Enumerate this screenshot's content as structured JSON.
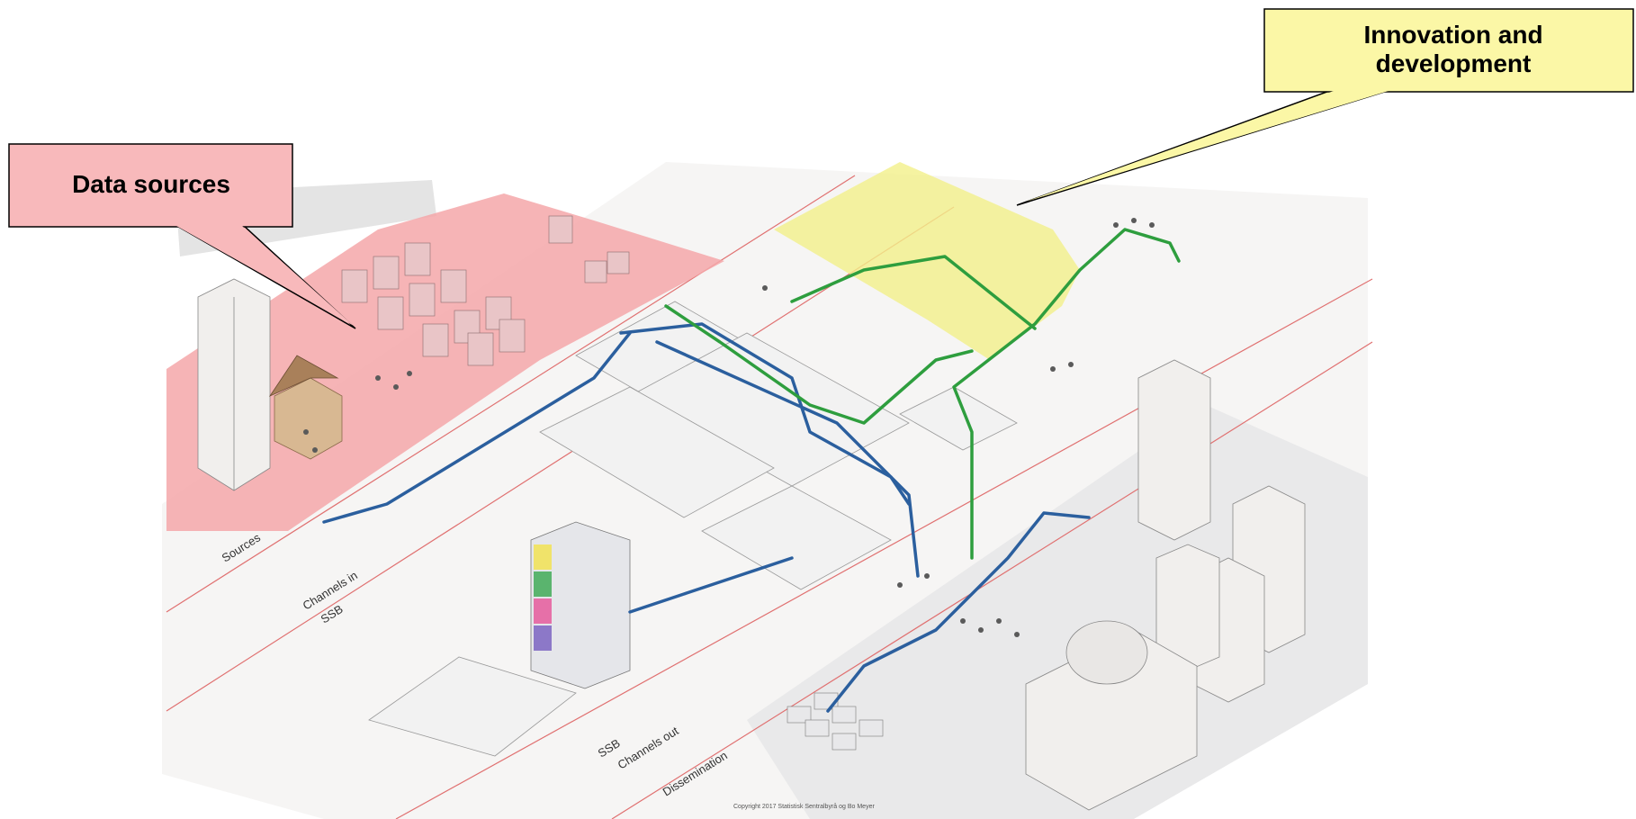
{
  "callouts": {
    "data_sources": "Data sources",
    "innovation_line1": "Innovation and",
    "innovation_line2": "development"
  },
  "zones": {
    "sources": "Sources",
    "channels_in": "Channels in",
    "ssb_top": "SSB",
    "ssb_bottom": "SSB",
    "channels_out": "Channels out",
    "dissemination": "Dissemination"
  },
  "copyright": "Copyright 2017 Statistisk Sentralbyrå og Bo Meyer",
  "colors": {
    "sources_zone": "#f4a7a9",
    "innovation_zone": "#f2f08a",
    "flow_blue": "#2b5f9e",
    "flow_green": "#2e9e3e",
    "red_line": "#e06060",
    "callout_red": "#f8b9bb",
    "callout_yellow": "#fbf7a6"
  }
}
